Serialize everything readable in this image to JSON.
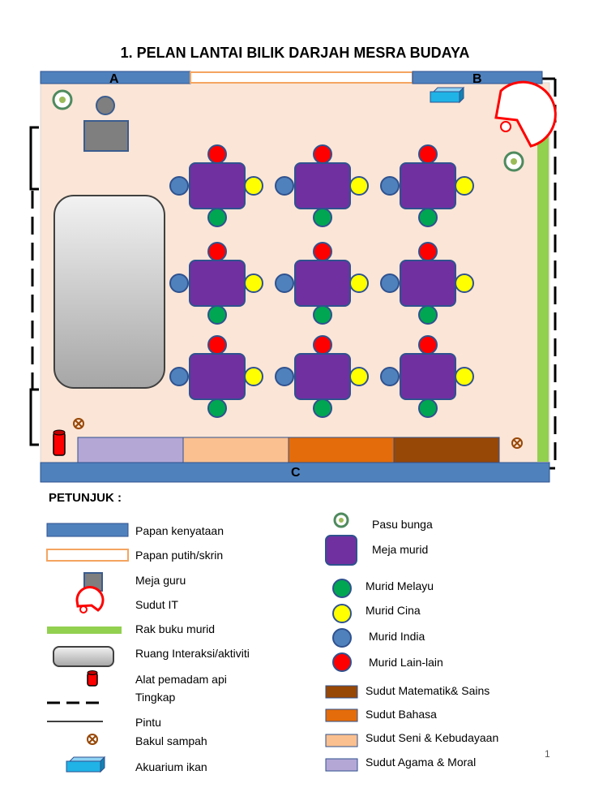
{
  "title": "1. PELAN LANTAI BILIK DARJAH MESRA BUDAYA",
  "labels": {
    "a": "A",
    "b": "B",
    "c": "C"
  },
  "legend_heading": "PETUNJUK :",
  "legend_left": [
    {
      "icon": "board",
      "text": "Papan kenyataan"
    },
    {
      "icon": "whiteboard",
      "text": "Papan putih/skrin"
    },
    {
      "icon": "teacher-desk",
      "text": "Meja guru"
    },
    {
      "icon": "it-corner",
      "text": "Sudut IT"
    },
    {
      "icon": "bookshelf",
      "text": "Rak buku murid"
    },
    {
      "icon": "activity-room",
      "text": "Ruang Interaksi/aktiviti"
    },
    {
      "icon": "fire-extinguisher",
      "text": "Alat pemadam api"
    },
    {
      "icon": "window",
      "text": "Tingkap"
    },
    {
      "icon": "door",
      "text": "Pintu"
    },
    {
      "icon": "trash-bin",
      "text": "Bakul sampah"
    },
    {
      "icon": "aquarium",
      "text": "Akuarium ikan"
    }
  ],
  "legend_right": [
    {
      "icon": "flower-pot",
      "text": "Pasu bunga"
    },
    {
      "icon": "student-desk",
      "text": "Meja murid"
    },
    {
      "icon": "student-malay",
      "text": "Murid Melayu"
    },
    {
      "icon": "student-chinese",
      "text": "Murid Cina"
    },
    {
      "icon": "student-indian",
      "text": "Murid India"
    },
    {
      "icon": "student-others",
      "text": "Murid Lain-lain"
    },
    {
      "icon": "math-science-corner",
      "text": "Sudut Matematik& Sains"
    },
    {
      "icon": "language-corner",
      "text": "Sudut  Bahasa"
    },
    {
      "icon": "art-culture-corner",
      "text": "Sudut Seni & Kebudayaan"
    },
    {
      "icon": "religion-moral-corner",
      "text": "Sudut Agama & Moral"
    }
  ],
  "colors": {
    "floor": "#fbe5d6",
    "board": "#4f81bd",
    "desk": "#7030a0",
    "malay": "#00a651",
    "chinese": "#ffff00",
    "indian": "#4f81bd",
    "others": "#ff0000",
    "shelf": "#92d050",
    "religion": "#b4a7d6",
    "art": "#fac090",
    "language": "#e46c0a",
    "math": "#974706"
  },
  "page_number": "1"
}
